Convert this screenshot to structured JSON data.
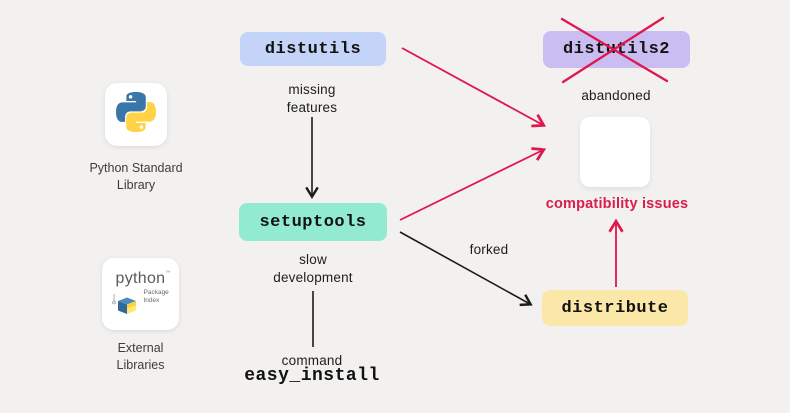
{
  "colors": {
    "background": "#f2f1ef",
    "distutils_bg": "#c3d4f8",
    "distutils2_bg": "#c9bdf2",
    "setuptools_bg": "#92ead0",
    "distribute_bg": "#fbe8a8",
    "card_bg": "#ffffff",
    "arrow_black": "#1c1c1c",
    "arrow_red": "#e0164e",
    "compat_text_red": "#d91d4c",
    "text_dark": "#1d1d1d",
    "text_gray": "#3d3d3d",
    "python_logo_blue": "#3a76a8",
    "python_logo_yellow": "#ffd345"
  },
  "nodes": {
    "distutils": "distutils",
    "distutils2": "distutils2",
    "setuptools": "setuptools",
    "distribute": "distribute",
    "easy_install": "easy_install"
  },
  "annotations": {
    "missing_features": "missing\nfeatures",
    "abandoned": "abandoned",
    "slow_development": "slow\ndevelopment",
    "command": "command",
    "forked": "forked",
    "compatibility_issues": "compatibility issues"
  },
  "cards": {
    "python_standard_library": {
      "icon": "python-logo-icon",
      "label": "Python Standard\nLibrary"
    },
    "external_libraries": {
      "icon": "pypi-logo-icon",
      "label": "External\nLibraries",
      "pypi_wordmark": "python",
      "pypi_tm": "™",
      "pypi_subtext": "Package\nIndex"
    }
  },
  "edges": [
    {
      "from": "distutils",
      "to": "setuptools",
      "label": "missing features",
      "style": "black-arrow"
    },
    {
      "from": "setuptools",
      "to": "easy_install",
      "label": "slow development / command",
      "style": "black-line"
    },
    {
      "from": "setuptools",
      "to": "distribute",
      "label": "forked",
      "style": "black-arrow"
    },
    {
      "from": "distutils",
      "to": "white-box",
      "style": "red-arrow"
    },
    {
      "from": "setuptools",
      "to": "white-box",
      "style": "red-arrow"
    },
    {
      "from": "distribute",
      "to": "white-box",
      "label": "compatibility issues",
      "style": "red-arrow"
    },
    {
      "on": "distutils2",
      "label": "abandoned",
      "style": "red-x"
    }
  ]
}
